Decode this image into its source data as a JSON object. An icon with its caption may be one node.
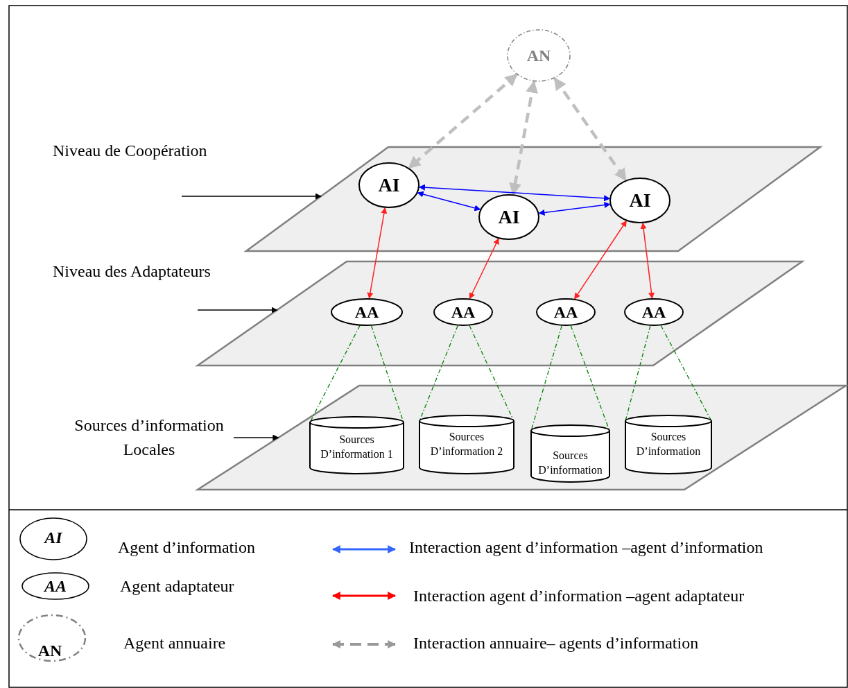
{
  "diagram": {
    "nodes": [
      {
        "text": [
          "AN"
        ]
      },
      {
        "text": [],
        "shape": "parallelogram"
      },
      {
        "text": [
          "AI"
        ],
        "in": 1
      },
      {
        "text": [
          "AI"
        ],
        "in": 1
      },
      {
        "text": [
          "AI"
        ],
        "in": 1
      },
      {
        "text": [],
        "shape": "parallelogram"
      },
      {
        "text": [
          "AA"
        ],
        "in": 5
      },
      {
        "text": [
          "AA"
        ],
        "in": 5
      },
      {
        "text": [
          "AA"
        ],
        "in": 5
      },
      {
        "text": [
          "AA"
        ],
        "in": 5
      },
      {
        "text": [
          "Sources d’information Locales"
        ]
      },
      {
        "text": [],
        "shape": "parallelogram"
      },
      {
        "text": [
          "Sources D’information 1"
        ],
        "in": 11
      },
      {
        "text": [
          "Sources D’information 2"
        ],
        "in": 11
      },
      {
        "text": [
          "Sources D’information"
        ],
        "in": 11
      },
      {
        "text": [
          "Sources D’information"
        ],
        "in": 11
      }
    ],
    "edges": [
      {
        "from": 0,
        "to": 2,
        "arrow": "both",
        "style": "dashed",
        "color": "#bfbfbf"
      },
      {
        "from": 0,
        "to": 4,
        "arrow": "both",
        "style": "dashed",
        "color": "#bfbfbf"
      },
      {
        "from": 0,
        "to": 3,
        "arrow": "both",
        "style": "dashed",
        "color": "#bfbfbf"
      },
      {
        "from": 2,
        "to": 3,
        "arrow": "both",
        "color": "#0000ff"
      },
      {
        "from": 2,
        "to": 4,
        "arrow": "both",
        "color": "#0000ff"
      },
      {
        "from": 4,
        "to": 3,
        "arrow": "both",
        "color": "#0000ff"
      },
      {
        "from": 2,
        "to": 6,
        "arrow": "both",
        "color": "#ff2020"
      },
      {
        "from": 4,
        "to": 7,
        "arrow": "both",
        "color": "#ff2020"
      },
      {
        "from": 3,
        "to": 8,
        "arrow": "both",
        "color": "#ff2020"
      },
      {
        "from": 3,
        "to": 9,
        "arrow": "both",
        "color": "#ff2020"
      },
      {
        "from": 6,
        "to": 12,
        "arrow": "none",
        "style": "dashed",
        "color": "#008000"
      },
      {
        "from": 6,
        "to": 12,
        "arrow": "none",
        "style": "dashed",
        "color": "#008000"
      },
      {
        "from": 7,
        "to": 13,
        "arrow": "none",
        "style": "dashed",
        "color": "#008000"
      },
      {
        "from": 7,
        "to": 13,
        "arrow": "none",
        "style": "dashed",
        "color": "#008000"
      },
      {
        "from": 8,
        "to": 14,
        "arrow": "none",
        "style": "dashed",
        "color": "#008000"
      },
      {
        "from": 8,
        "to": 14,
        "arrow": "none",
        "style": "dashed",
        "color": "#008000"
      },
      {
        "from": 9,
        "to": 15,
        "arrow": "none",
        "style": "dashed",
        "color": "#008000"
      },
      {
        "from": 9,
        "to": 15,
        "arrow": "none",
        "style": "dashed",
        "color": "#008000"
      },
      {
        "from": null,
        "to": 1,
        "arrow": "to",
        "color": "#000000"
      },
      {
        "from": null,
        "to": 5,
        "arrow": "to",
        "color": "#000000"
      },
      {
        "from": 10,
        "to": 11,
        "arrow": "to",
        "color": "#000000"
      }
    ],
    "labels": [
      "Niveau de Coopération",
      "Niveau des Adaptateurs",
      "AI",
      "AA",
      "AN"
    ],
    "legend": [
      {
        "text": "Agent d’information"
      },
      {
        "text": "Interaction agent d’information –agent d’information"
      },
      {
        "text": "Agent adaptateur"
      },
      {
        "text": "Interaction agent d’information –agent adaptateur"
      },
      {
        "text": "Agent annuaire"
      },
      {
        "text": "Interaction annuaire– agents d’information"
      }
    ]
  }
}
